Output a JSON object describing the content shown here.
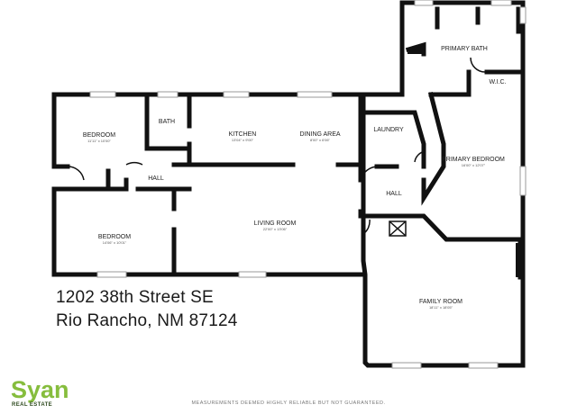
{
  "address": {
    "line1": "1202 38th Street SE",
    "line2": "Rio Rancho, NM 87124"
  },
  "rooms": [
    {
      "id": "bedroom-1",
      "name": "BEDROOM",
      "dims": "11'11\" x 10'00\""
    },
    {
      "id": "bath",
      "name": "BATH",
      "dims": ""
    },
    {
      "id": "kitchen",
      "name": "KITCHEN",
      "dims": "13'04\" x 9'00\""
    },
    {
      "id": "dining-area",
      "name": "DINING AREA",
      "dims": "8'00\" x 6'06\""
    },
    {
      "id": "laundry",
      "name": "LAUNDRY",
      "dims": ""
    },
    {
      "id": "primary-bath",
      "name": "PRIMARY BATH",
      "dims": ""
    },
    {
      "id": "wic",
      "name": "W.I.C.",
      "dims": ""
    },
    {
      "id": "hall-1",
      "name": "HALL",
      "dims": ""
    },
    {
      "id": "primary-bedroom",
      "name": "PRIMARY BEDROOM",
      "dims": "16'00\" x 12'07\""
    },
    {
      "id": "hall-2",
      "name": "HALL",
      "dims": ""
    },
    {
      "id": "bedroom-2",
      "name": "BEDROOM",
      "dims": "14'06\" x 10'01\""
    },
    {
      "id": "living-room",
      "name": "LIVING ROOM",
      "dims": "22'00\" x 13'06\""
    },
    {
      "id": "family-room",
      "name": "FAMILY ROOM",
      "dims": "18'11\" x 18'05\""
    }
  ],
  "logo": {
    "word": "Syan",
    "sub": "REAL ESTATE"
  },
  "disclaimer": "MEASUREMENTS DEEMED HIGHLY RELIABLE BUT NOT GUARANTEED.",
  "colors": {
    "wall": "#111111",
    "logo_green": "#86bd3d"
  }
}
